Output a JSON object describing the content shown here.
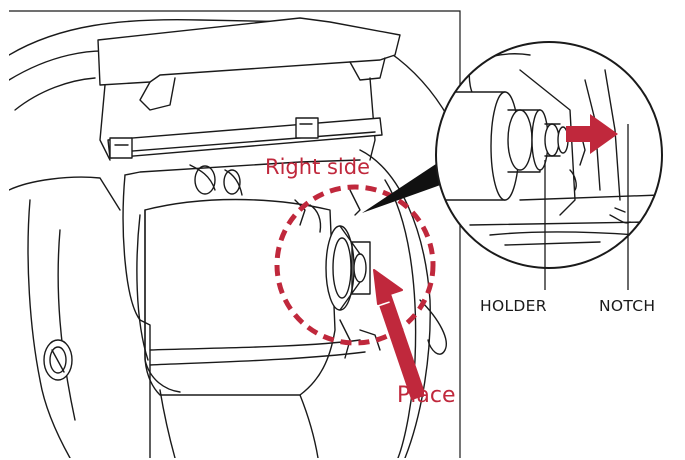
{
  "labels": {
    "right_side": "Right side",
    "place": "Place",
    "holder": "HOLDER",
    "notch": "NOTCH"
  },
  "colors": {
    "accent": "#c0283c",
    "line": "#1a1a1a",
    "background": "#ffffff"
  },
  "icons": {
    "place_arrow": "arrow-up-right-icon",
    "insert_arrow": "arrow-right-icon"
  }
}
